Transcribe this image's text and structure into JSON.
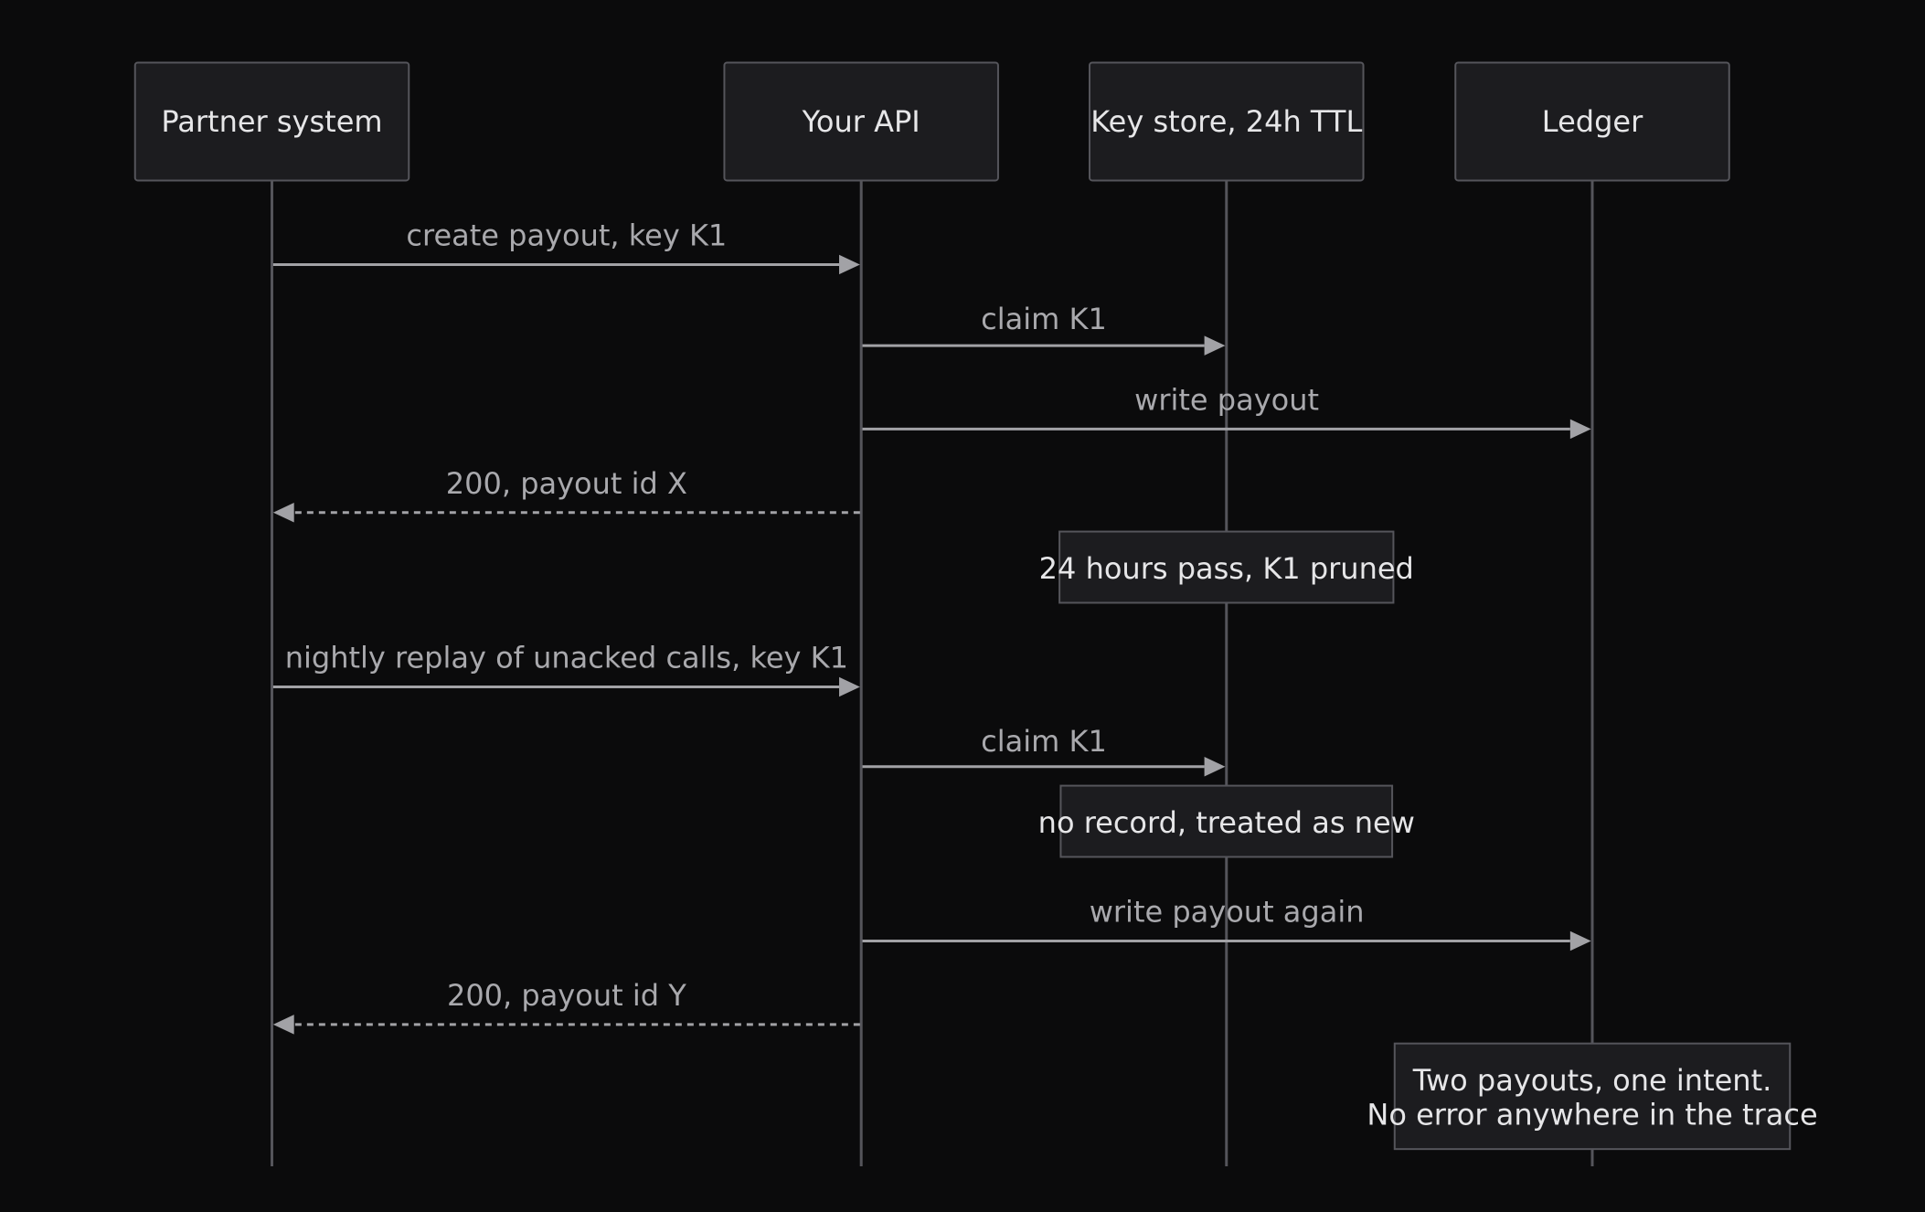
{
  "actors": [
    {
      "id": "partner",
      "label": "Partner system"
    },
    {
      "id": "api",
      "label": "Your API"
    },
    {
      "id": "keystore",
      "label": "Key store, 24h TTL"
    },
    {
      "id": "ledger",
      "label": "Ledger"
    }
  ],
  "messages": [
    {
      "from": "partner",
      "to": "api",
      "label": "create payout, key K1",
      "style": "solid"
    },
    {
      "from": "api",
      "to": "keystore",
      "label": "claim K1",
      "style": "solid"
    },
    {
      "from": "api",
      "to": "ledger",
      "label": "write payout",
      "style": "solid"
    },
    {
      "from": "api",
      "to": "partner",
      "label": "200, payout id X",
      "style": "dashed"
    },
    {
      "from": "partner",
      "to": "api",
      "label": "nightly replay of unacked calls, key K1",
      "style": "solid"
    },
    {
      "from": "api",
      "to": "keystore",
      "label": "claim K1",
      "style": "solid"
    },
    {
      "from": "api",
      "to": "ledger",
      "label": "write payout again",
      "style": "solid"
    },
    {
      "from": "api",
      "to": "partner",
      "label": "200, payout id Y",
      "style": "dashed"
    }
  ],
  "notes": [
    {
      "over": "keystore",
      "lines": [
        "24 hours pass, K1 pruned"
      ]
    },
    {
      "over": "keystore",
      "lines": [
        "no record, treated as new"
      ]
    },
    {
      "over": "ledger",
      "lines": [
        "Two payouts, one intent.",
        "No error anywhere in the trace"
      ]
    }
  ]
}
